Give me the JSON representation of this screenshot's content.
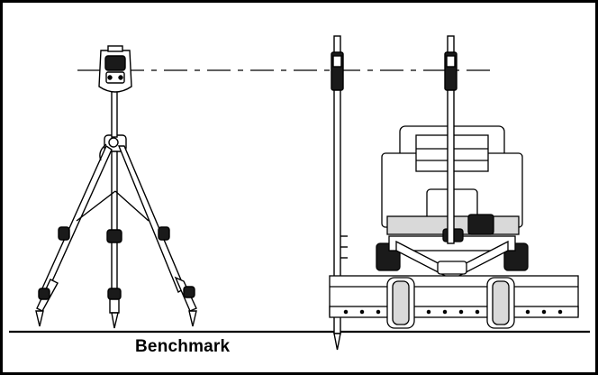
{
  "diagram": {
    "caption": "Benchmark",
    "colors": {
      "line": "#000000",
      "fill_light": "#ffffff",
      "fill_gray": "#d9d9d9",
      "fill_dark": "#1a1a1a"
    },
    "components": [
      "laser-transmitter",
      "tripod",
      "grade-rod-benchmark",
      "grade-rod-machine",
      "compact-track-loader",
      "grader-attachment",
      "ground-line",
      "laser-reference-line"
    ]
  }
}
